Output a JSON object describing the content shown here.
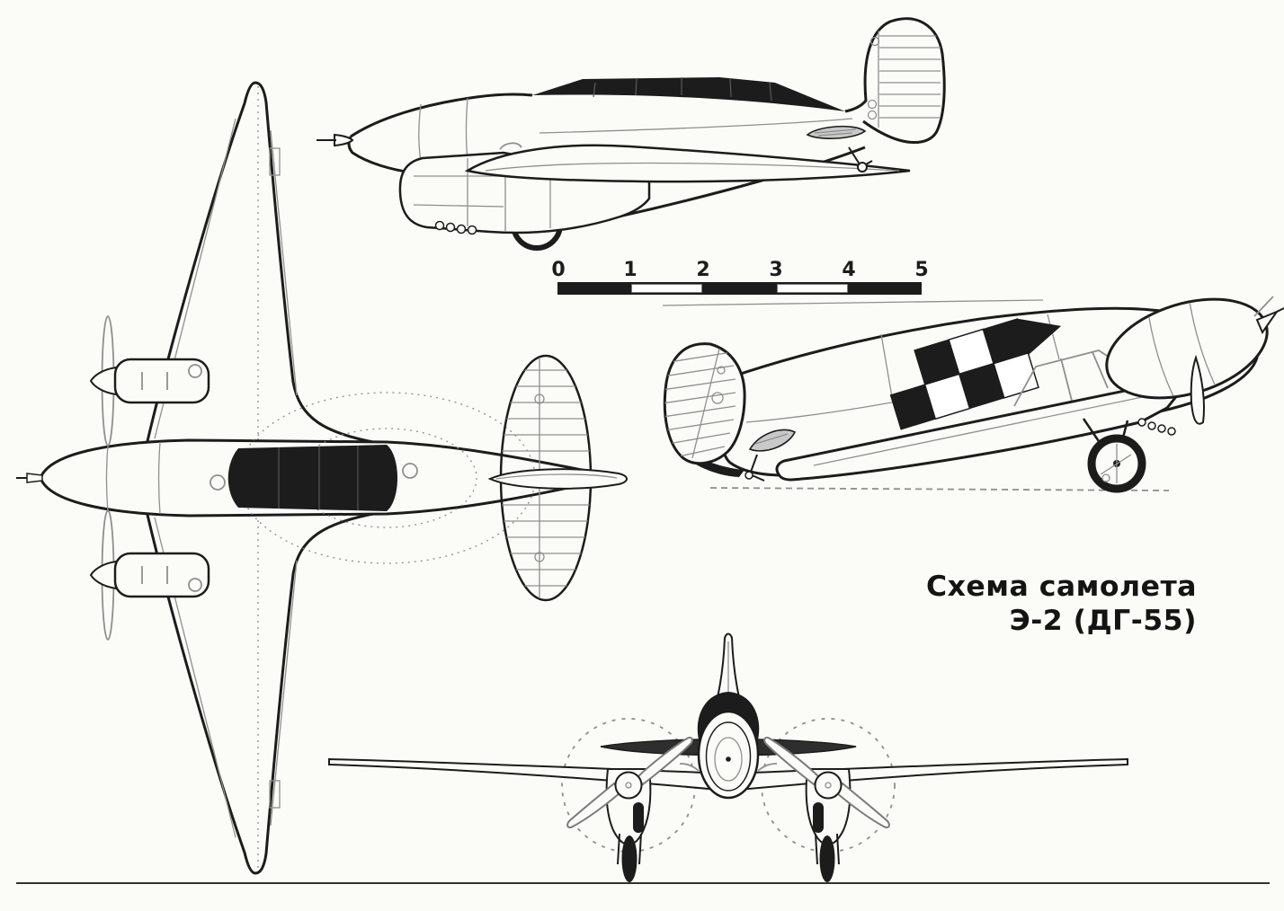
{
  "page": {
    "paper": "#fbfbf8",
    "ink": "#1c1c1c",
    "construction": "#8f8f8f",
    "shade": "#c9c9c9",
    "tailplane": "#2e2e2e"
  },
  "title": {
    "line1": "Схема самолета",
    "line2": "Э-2 (ДГ-55)"
  },
  "scale_bar": {
    "labels": [
      "0",
      "1",
      "2",
      "3",
      "4",
      "5"
    ]
  }
}
